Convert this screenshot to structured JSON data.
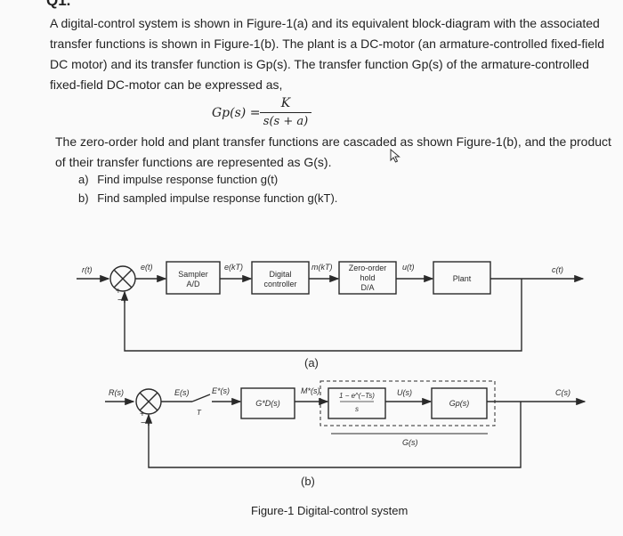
{
  "question": {
    "number": "Q1."
  },
  "intro": {
    "text": "A digital-control system is shown in Figure-1(a) and its equivalent block-diagram with the associated transfer functions is shown in Figure-1(b). The plant is a DC-motor (an armature-controlled fixed-field DC motor) and its transfer function is Gp(s). The transfer function Gp(s) of the armature-controlled fixed-field DC-motor can be expressed as,"
  },
  "equation": {
    "lhs": "Gp(s) =",
    "numerator": "K",
    "denominator": "s(s + a)"
  },
  "body": {
    "text": "The zero-order hold and plant transfer functions are cascaded as shown Figure-1(b), and the product of their transfer functions are represented as G(s)."
  },
  "tasks": [
    {
      "label": "a)",
      "text": "Find impulse response function g(t)"
    },
    {
      "label": "b)",
      "text": "Find sampled impulse response function g(kT)."
    }
  ],
  "figure_a": {
    "input": "r(t)",
    "error": "e(t)",
    "sampler": [
      "Sampler",
      "A/D"
    ],
    "sampled_error": "e(kT)",
    "controller": [
      "Digital",
      "controller"
    ],
    "controller_out": "m(kT)",
    "hold": [
      "Zero-order",
      "hold",
      "D/A"
    ],
    "hold_out": "u(t)",
    "plant": "Plant",
    "output": "c(t)",
    "caption": "(a)"
  },
  "figure_b": {
    "input": "R(s)",
    "error": "E(s)",
    "sampler": "T",
    "sampled_error": "E*(s)",
    "controller": "G*D(s)",
    "controller_out": "M*(s)",
    "hold_num": "1 − e^(−Ts)",
    "hold_den": "s",
    "hold_out": "U(s)",
    "plant": "Gp(s)",
    "output": "C(s)",
    "group": "G(s)",
    "caption": "(b)"
  },
  "figure_caption": "Figure-1 Digital-control system",
  "colors": {
    "text": "#232323",
    "line": "#2a2a2a",
    "background": "#fafafa"
  }
}
